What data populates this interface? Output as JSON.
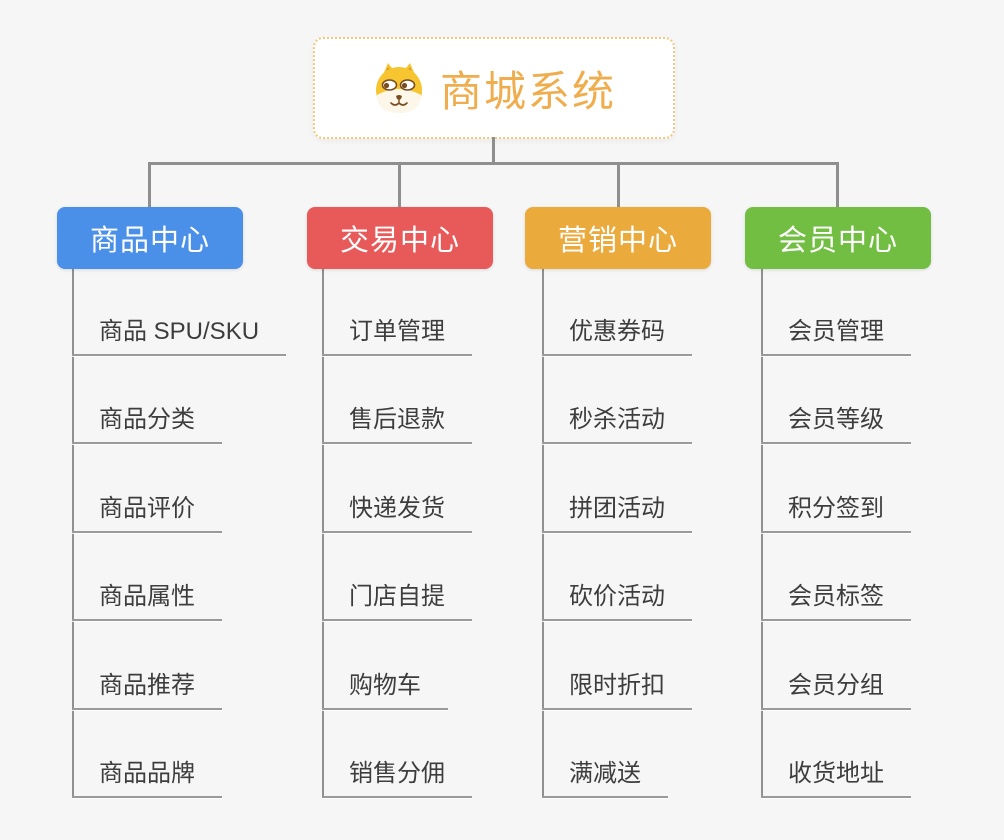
{
  "root": {
    "title": "商城系统",
    "icon": "shiba-dog-icon"
  },
  "branches": [
    {
      "label": "商品中心",
      "color": "#4a8fe8",
      "items": [
        "商品 SPU/SKU",
        "商品分类",
        "商品评价",
        "商品属性",
        "商品推荐",
        "商品品牌"
      ]
    },
    {
      "label": "交易中心",
      "color": "#e85a5a",
      "items": [
        "订单管理",
        "售后退款",
        "快递发货",
        "门店自提",
        "购物车",
        "销售分佣"
      ]
    },
    {
      "label": "营销中心",
      "color": "#ebaa3c",
      "items": [
        "优惠券码",
        "秒杀活动",
        "拼团活动",
        "砍价活动",
        "限时折扣",
        "满减送"
      ]
    },
    {
      "label": "会员中心",
      "color": "#72be43",
      "items": [
        "会员管理",
        "会员等级",
        "积分签到",
        "会员标签",
        "会员分组",
        "收货地址"
      ]
    }
  ],
  "colors": {
    "background": "#f6f6f6",
    "connector": "#8f8f8f",
    "leaf_underline": "#9a9a9a",
    "leaf_text": "#3d3d3d",
    "root_border": "#f3c77e",
    "root_text": "#efad4d"
  }
}
